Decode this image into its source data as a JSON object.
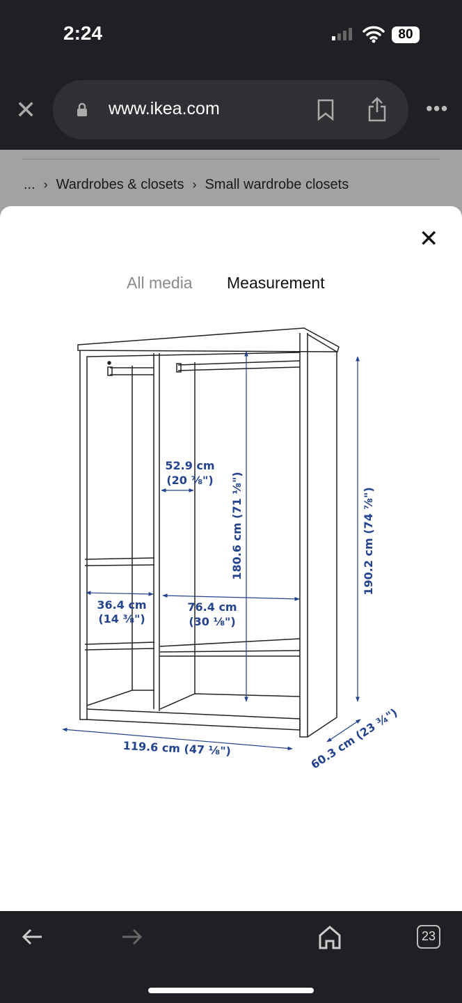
{
  "status": {
    "time": "2:24",
    "battery": "80"
  },
  "browser": {
    "url": "www.ikea.com",
    "tab_count": "23"
  },
  "breadcrumb": {
    "ellipsis": "...",
    "items": [
      "Wardrobes & closets",
      "Small wardrobe closets"
    ]
  },
  "modal": {
    "tabs": [
      {
        "label": "All media",
        "active": false
      },
      {
        "label": "Measurement",
        "active": true
      }
    ]
  },
  "dimensions": {
    "inner_rail_cm": "52.9 cm",
    "inner_rail_in": "(20 ⅞\")",
    "inner_height": "180.6 cm (71 ⅛\")",
    "total_height": "190.2 cm (74 ⅞\")",
    "left_width_cm": "36.4 cm",
    "left_width_in": "(14 ⅜\")",
    "right_width_cm": "76.4 cm",
    "right_width_in": "(30 ⅛\")",
    "total_width": "119.6 cm (47 ⅛\")",
    "depth": "60.3 cm (23 ¾\")"
  },
  "colors": {
    "dimension": "#23438f",
    "chrome": "#1f2023"
  }
}
